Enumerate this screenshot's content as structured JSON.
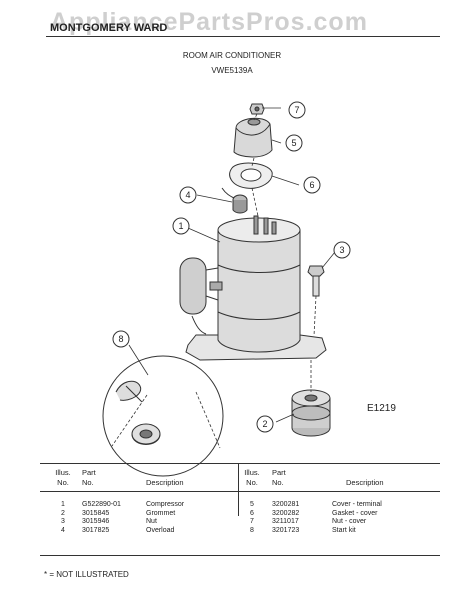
{
  "header": {
    "watermark": "AppliancePartsPros.com",
    "brand": "MONTGOMERY WARD",
    "title": "ROOM AIR CONDITIONER",
    "model": "VWE5139A"
  },
  "diagram": {
    "code": "E1219",
    "callouts": [
      "1",
      "2",
      "3",
      "4",
      "5",
      "6",
      "7",
      "8"
    ]
  },
  "table": {
    "headers": {
      "illus": "Illus.\nNo.",
      "part": "Part\nNo.",
      "description": "Description"
    },
    "left_rows": [
      {
        "illus": "1",
        "part": "G522890-01",
        "description": "Compressor"
      },
      {
        "illus": "2",
        "part": "3015845",
        "description": "Grommet"
      },
      {
        "illus": "3",
        "part": "3015946",
        "description": "Nut"
      },
      {
        "illus": "4",
        "part": "3017825",
        "description": "Overload"
      }
    ],
    "right_rows": [
      {
        "illus": "5",
        "part": "3200281",
        "description": "Cover - terminal"
      },
      {
        "illus": "6",
        "part": "3200282",
        "description": "Gasket - cover"
      },
      {
        "illus": "7",
        "part": "3211017",
        "description": "Nut - cover"
      },
      {
        "illus": "8",
        "part": "3201723",
        "description": "Start kit"
      }
    ]
  },
  "footnote": "* = NOT ILLUSTRATED"
}
